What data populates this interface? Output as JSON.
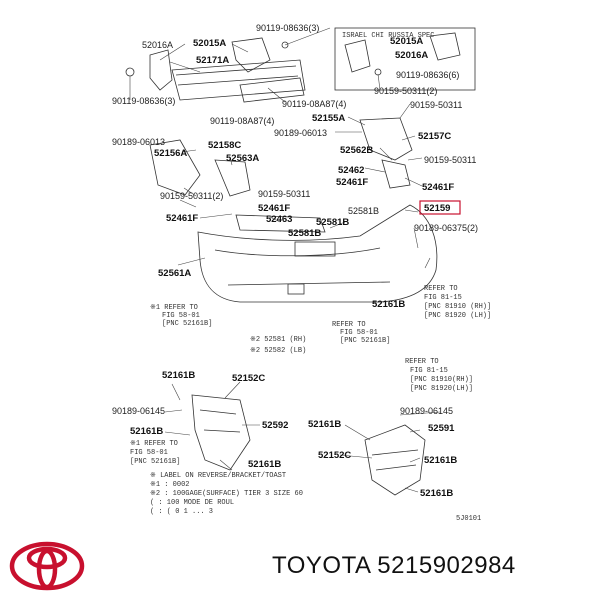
{
  "diagram": {
    "labels": [
      "52016A",
      "52015A",
      "90119-08636(3)",
      "ISRAEL CHI RUSSIA SPEC",
      "52015A",
      "52016A",
      "90119-08636(6)",
      "52171A",
      "90119-08636(3)",
      "90159-50311(2)",
      "90119-08A87(4)",
      "90159-50311",
      "90119-08A87(4)",
      "52155A",
      "90189-06013",
      "52157C",
      "90189-06013",
      "52156A",
      "52158C",
      "52563A",
      "52562B",
      "90159-50311",
      "52462",
      "52461F",
      "90159-50311",
      "90159-50311(2)",
      "52461F",
      "52461F",
      "52463",
      "52581B",
      "52581B",
      "52159",
      "52581B",
      "52461F",
      "90189-06375(2)",
      "52561A",
      "52161B",
      "52161B",
      "52152C",
      "90189-06145",
      "52592",
      "90189-06145",
      "52161B",
      "52591",
      "52152C",
      "52161B",
      "52161B",
      "52161B",
      "5J0101"
    ],
    "highlighted_label": "52159",
    "notes": {
      "refer1": [
        "※1 REFER TO",
        "FIG 58-01",
        "[PNC 52161B]"
      ],
      "refer2": [
        "REFER TO",
        "FIG 81-15",
        "[PNC 81910 (RH)]",
        "[PNC 81920 (LH)]"
      ],
      "refer3": [
        "REFER TO",
        "FIG 58-01",
        "[PNC 52161B]"
      ],
      "refer4": [
        "※1 REFER TO",
        "FIG 58-01",
        "[PNC 52161B]"
      ],
      "refer5": [
        "REFER TO",
        "FIG 81-15",
        "[PNC 81910(RH)]",
        "[PNC 81920(LH)]"
      ],
      "rh": "※2 52581 (RH)",
      "lb": "※2 52582 (LB)",
      "legend": [
        "※ LABEL ON REVERSE/BRACKET/TOAST",
        "※1 :      0002",
        "※2 :   100GAGE(SURFACE) TIER 3 SIZE 60",
        "(      :    100 MODE DE ROUL",
        "(      :    ( 0 1 ... 3"
      ]
    }
  },
  "footer": {
    "caption": "TOYOTA 5215902984"
  },
  "colors": {
    "logo": "#c8102e",
    "highlight_box": "#c8102e"
  }
}
